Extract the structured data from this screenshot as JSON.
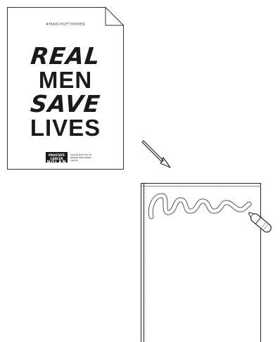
{
  "poster": {
    "hashtag": "#MARCHOFTHEMEN",
    "headline": [
      "REAL",
      "MEN",
      "SAVE",
      "LIVES"
    ],
    "logo": {
      "line1": "PROSTATE",
      "line2": "CANCER",
      "name": "NOLAN",
      "tagline": "saving the lives of people with blood cancer"
    }
  },
  "icons": {
    "arrow": "diagonal-arrow-icon",
    "marker": "marker-pen-icon"
  }
}
